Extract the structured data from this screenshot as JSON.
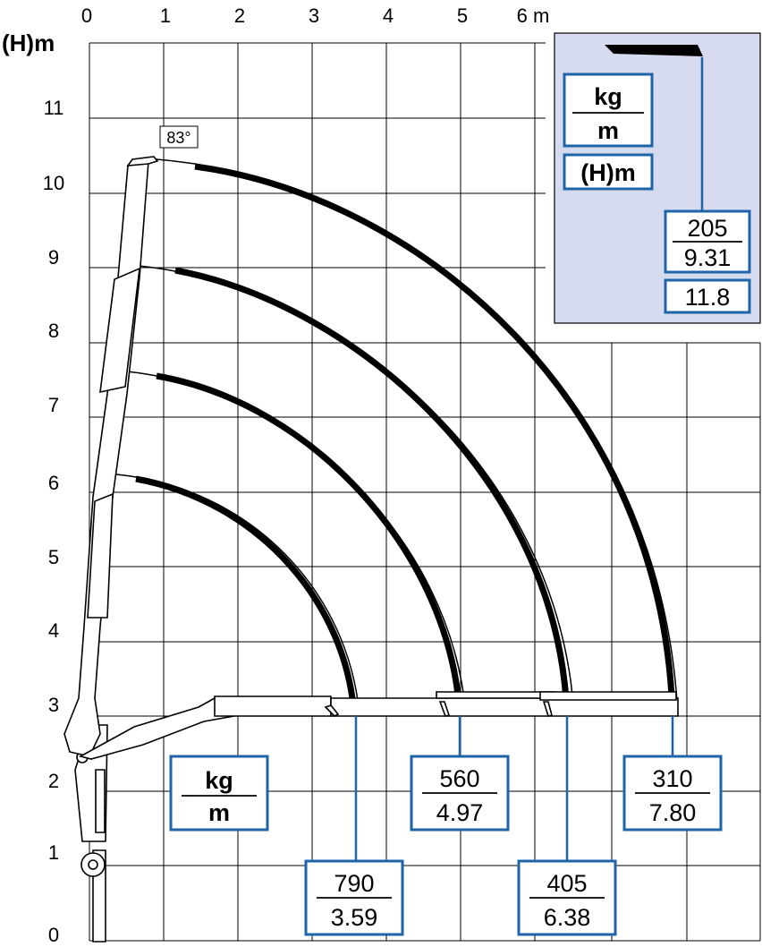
{
  "axis": {
    "y_unit": "(H)m",
    "x_ticks": [
      "0",
      "1",
      "2",
      "3",
      "4",
      "5",
      "6 m"
    ],
    "y_ticks": [
      "0",
      "1",
      "2",
      "3",
      "4",
      "5",
      "6",
      "7",
      "8",
      "9",
      "10",
      "11"
    ]
  },
  "crane": {
    "angle_label": "83°"
  },
  "legend": {
    "unit_top": "kg",
    "unit_bottom": "m",
    "height_label": "(H)m",
    "example_load": "205",
    "example_reach": "9.31",
    "example_height": "11.8"
  },
  "bottom_legend": {
    "unit_top": "kg",
    "unit_bottom": "m"
  },
  "load_points": [
    {
      "load": "790",
      "reach": "3.59"
    },
    {
      "load": "560",
      "reach": "4.97"
    },
    {
      "load": "405",
      "reach": "6.38"
    },
    {
      "load": "310",
      "reach": "7.80"
    }
  ],
  "colors": {
    "accent": "#1f64a8",
    "panel": "#d6dbf0",
    "arc": "#000000",
    "grid": "#000000"
  }
}
